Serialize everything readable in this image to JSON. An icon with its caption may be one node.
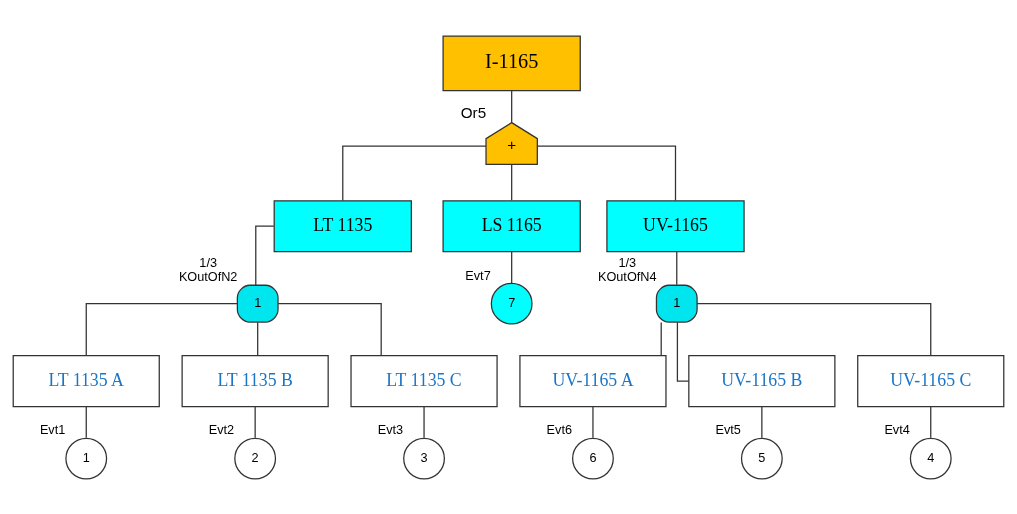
{
  "diagram": {
    "nodes": [
      {
        "text": [
          "I-1165"
        ]
      },
      {
        "text": [
          "+"
        ],
        "beside": [
          "Or5"
        ]
      },
      {
        "text": [
          "LT 1135"
        ]
      },
      {
        "text": [
          "1"
        ],
        "beside": [
          "1/3",
          "KOutOfN2"
        ]
      },
      {
        "text": [
          "LS 1165"
        ]
      },
      {
        "text": [
          "7"
        ],
        "beside": [
          "Evt7"
        ]
      },
      {
        "text": [
          "UV-1165"
        ]
      },
      {
        "text": [
          "1"
        ],
        "beside": [
          "1/3",
          "KOutOfN4"
        ]
      },
      {
        "text": [
          "LT 1135 A"
        ]
      },
      {
        "text": [
          "1"
        ],
        "beside": [
          "Evt1"
        ]
      },
      {
        "text": [
          "LT 1135 B"
        ]
      },
      {
        "text": [
          "2"
        ],
        "beside": [
          "Evt2"
        ]
      },
      {
        "text": [
          "LT 1135 C"
        ]
      },
      {
        "text": [
          "3"
        ],
        "beside": [
          "Evt3"
        ]
      },
      {
        "text": [
          "UV-1165 A"
        ]
      },
      {
        "text": [
          "6"
        ],
        "beside": [
          "Evt6"
        ]
      },
      {
        "text": [
          "UV-1165 B"
        ]
      },
      {
        "text": [
          "5"
        ],
        "beside": [
          "Evt5"
        ]
      },
      {
        "text": [
          "UV-1165 C"
        ]
      },
      {
        "text": [
          "4"
        ],
        "beside": [
          "Evt4"
        ]
      }
    ],
    "edges": [
      {
        "from": 0,
        "to": 1,
        "arrow": "none"
      },
      {
        "from": 1,
        "to": 2,
        "arrow": "none"
      },
      {
        "from": 1,
        "to": 4,
        "arrow": "none"
      },
      {
        "from": 1,
        "to": 6,
        "arrow": "none"
      },
      {
        "from": 2,
        "to": 3,
        "arrow": "none"
      },
      {
        "from": 4,
        "to": 5,
        "arrow": "none"
      },
      {
        "from": 6,
        "to": 7,
        "arrow": "none"
      },
      {
        "from": 3,
        "to": 8,
        "arrow": "none"
      },
      {
        "from": 3,
        "to": 10,
        "arrow": "none"
      },
      {
        "from": 3,
        "to": 12,
        "arrow": "none"
      },
      {
        "from": 8,
        "to": 9,
        "arrow": "none"
      },
      {
        "from": 10,
        "to": 11,
        "arrow": "none"
      },
      {
        "from": 12,
        "to": 13,
        "arrow": "none"
      },
      {
        "from": 7,
        "to": 14,
        "arrow": "none"
      },
      {
        "from": 7,
        "to": 16,
        "arrow": "none"
      },
      {
        "from": 7,
        "to": 18,
        "arrow": "none"
      },
      {
        "from": 14,
        "to": 15,
        "arrow": "none"
      },
      {
        "from": 16,
        "to": 17,
        "arrow": "none"
      },
      {
        "from": 18,
        "to": 19,
        "arrow": "none"
      }
    ]
  }
}
